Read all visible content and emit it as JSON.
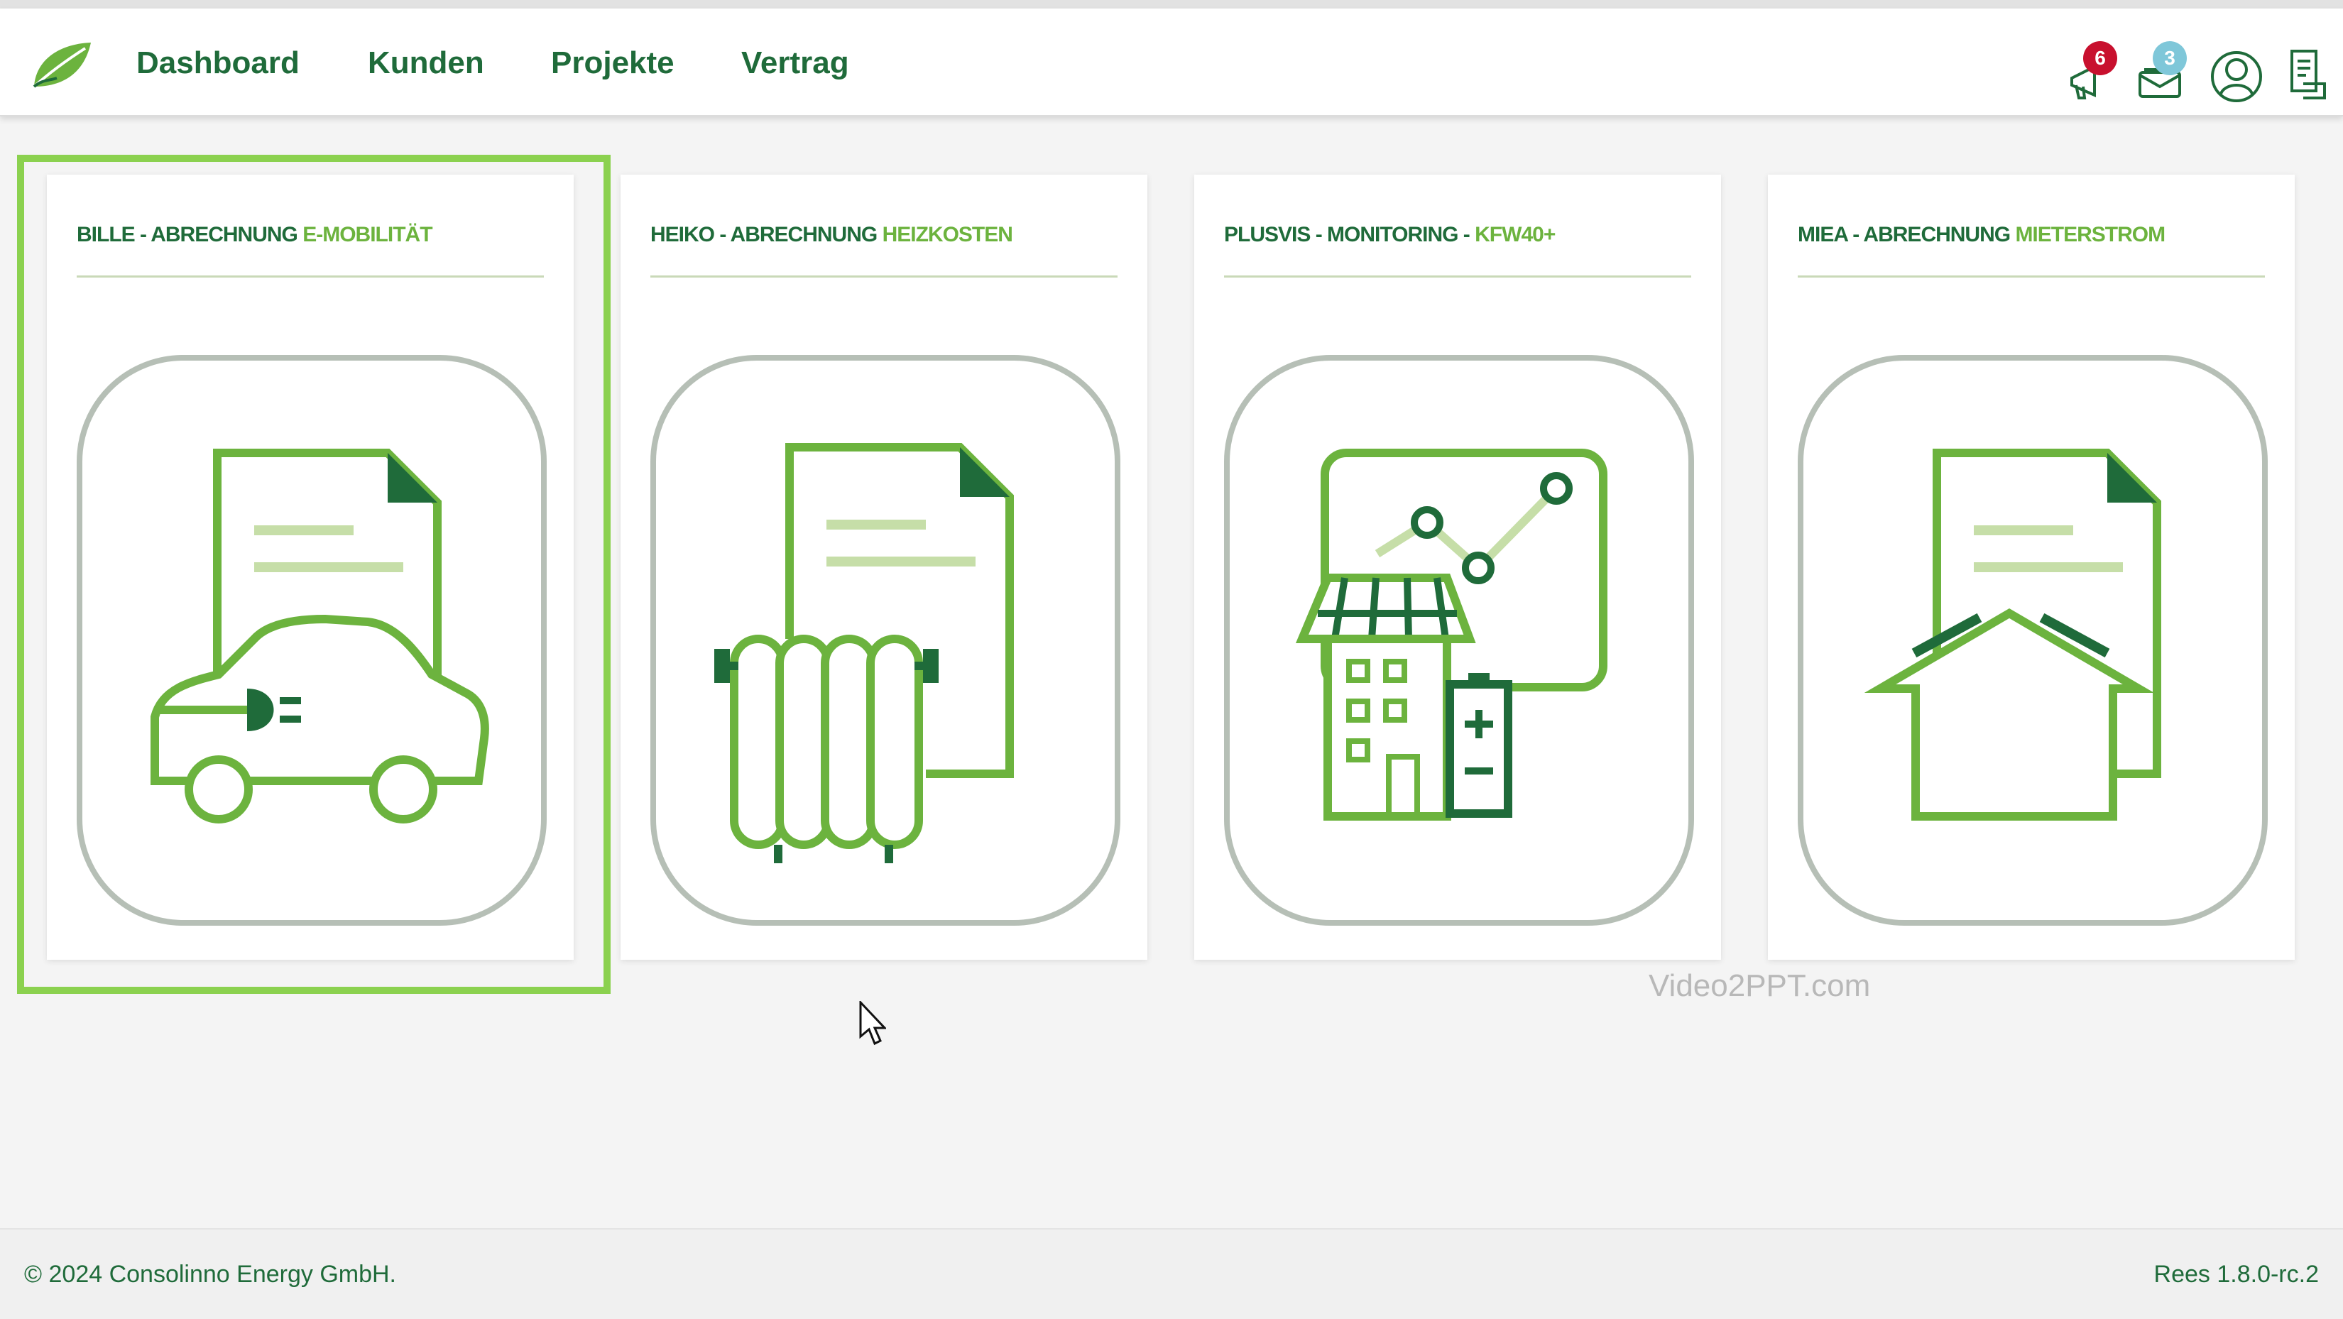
{
  "nav": {
    "items": [
      {
        "label": "Dashboard"
      },
      {
        "label": "Kunden"
      },
      {
        "label": "Projekte"
      },
      {
        "label": "Vertrag"
      }
    ],
    "notifications_count": "6",
    "messages_count": "3"
  },
  "cards": [
    {
      "title_dark": "BILLE - ABRECHNUNG ",
      "title_light": "E-MOBILITÄT",
      "icon": "document-electric-car-icon",
      "selected": true
    },
    {
      "title_dark": "HEIKO - ABRECHNUNG ",
      "title_light": "HEIZKOSTEN",
      "icon": "document-radiator-icon",
      "selected": false
    },
    {
      "title_dark": "PLUSVIS - MONITORING - ",
      "title_light": "KFW40+",
      "icon": "building-solar-monitor-icon",
      "selected": false
    },
    {
      "title_dark": "MIEA - ABRECHNUNG ",
      "title_light": "MIETERSTROM",
      "icon": "document-house-icon",
      "selected": false
    }
  ],
  "watermark": "Video2PPT.com",
  "footer": {
    "copyright": "© 2024 Consolinno Energy GmbH.",
    "version": "Rees 1.8.0-rc.2"
  },
  "colors": {
    "brand_dark": "#1f6b3a",
    "brand_light": "#6cb33e",
    "selection": "#8bd14f",
    "notification_badge": "#c8102e",
    "message_badge": "#7fc7d9"
  }
}
